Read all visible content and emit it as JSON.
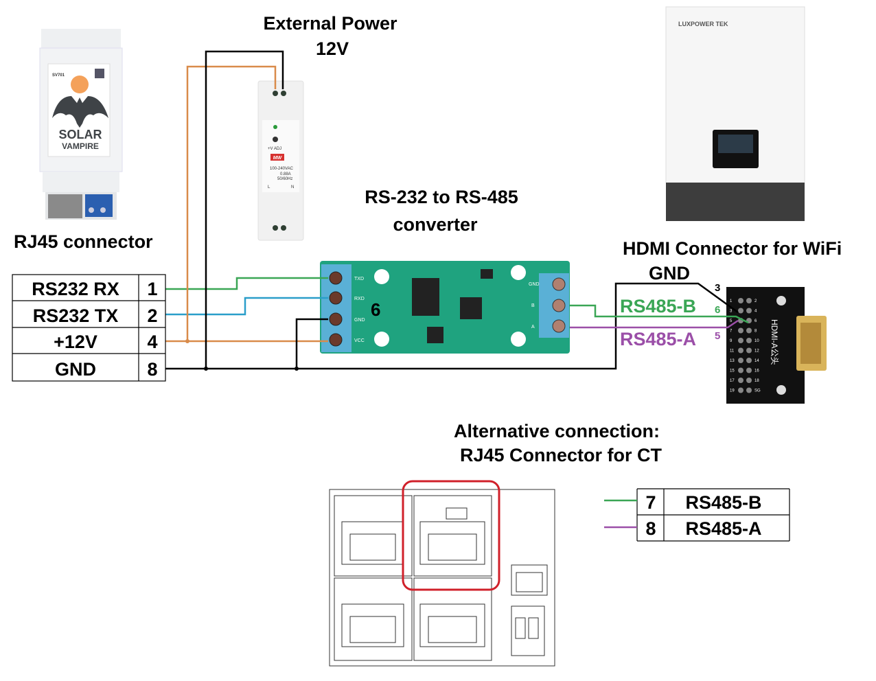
{
  "titles": {
    "external_power": [
      "External Power",
      "12V"
    ],
    "converter": [
      "RS-232  to RS-485",
      "converter"
    ],
    "rj45_connector": "RJ45 connector",
    "hdmi_connector": "HDMI Connector for WiFi",
    "gnd": "GND",
    "alternative": [
      "Alternative connection:",
      "RJ45 Connector for CT"
    ]
  },
  "rj45_table": [
    {
      "signal": "RS232 RX",
      "pin": "1"
    },
    {
      "signal": "RS232  TX",
      "pin": "2"
    },
    {
      "signal": "+12V",
      "pin": "4"
    },
    {
      "signal": "GND",
      "pin": "8"
    }
  ],
  "hdmi_labels": {
    "rs485_b": "RS485-B",
    "rs485_a": "RS485-A",
    "pin_gnd": "3",
    "pin_b": "6",
    "pin_a": "5"
  },
  "converter_pin_note": "6",
  "converter_board": {
    "left_terminals": [
      "TXD",
      "RXD",
      "GND",
      "VCC"
    ],
    "right_terminals": [
      "GND",
      "B",
      "A"
    ]
  },
  "devices": {
    "solar_vampire": {
      "model": "SV701",
      "brand": [
        "SOLAR",
        "VAMPIRE"
      ]
    },
    "power_supply": {
      "labels": [
        "+V ADJ",
        "100-240VAC",
        "0.88A",
        "50/60Hz",
        "L",
        "N"
      ],
      "logo": "MW"
    },
    "inverter": {
      "logo": "LUXPOWER TEK"
    },
    "hdmi_board": {
      "label": "HDMI-A公头",
      "pins_left": [
        "1",
        "3",
        "5",
        "7",
        "9",
        "11",
        "13",
        "15",
        "17",
        "19"
      ],
      "pins_right": [
        "2",
        "4",
        "6",
        "8",
        "10",
        "12",
        "14",
        "16",
        "18",
        "SG"
      ]
    }
  },
  "ct_table": [
    {
      "pin": "7",
      "signal": "RS485-B"
    },
    {
      "pin": "8",
      "signal": "RS485-A"
    }
  ],
  "colors": {
    "green_wire": "#3aa655",
    "blue_wire": "#2a9ec9",
    "orange_wire": "#d98b4a",
    "black_wire": "#000000",
    "purple_wire": "#9b4fa8",
    "pcb": "#1fa37f",
    "terminal": "#5ab0d6",
    "highlight": "#d0202a"
  }
}
